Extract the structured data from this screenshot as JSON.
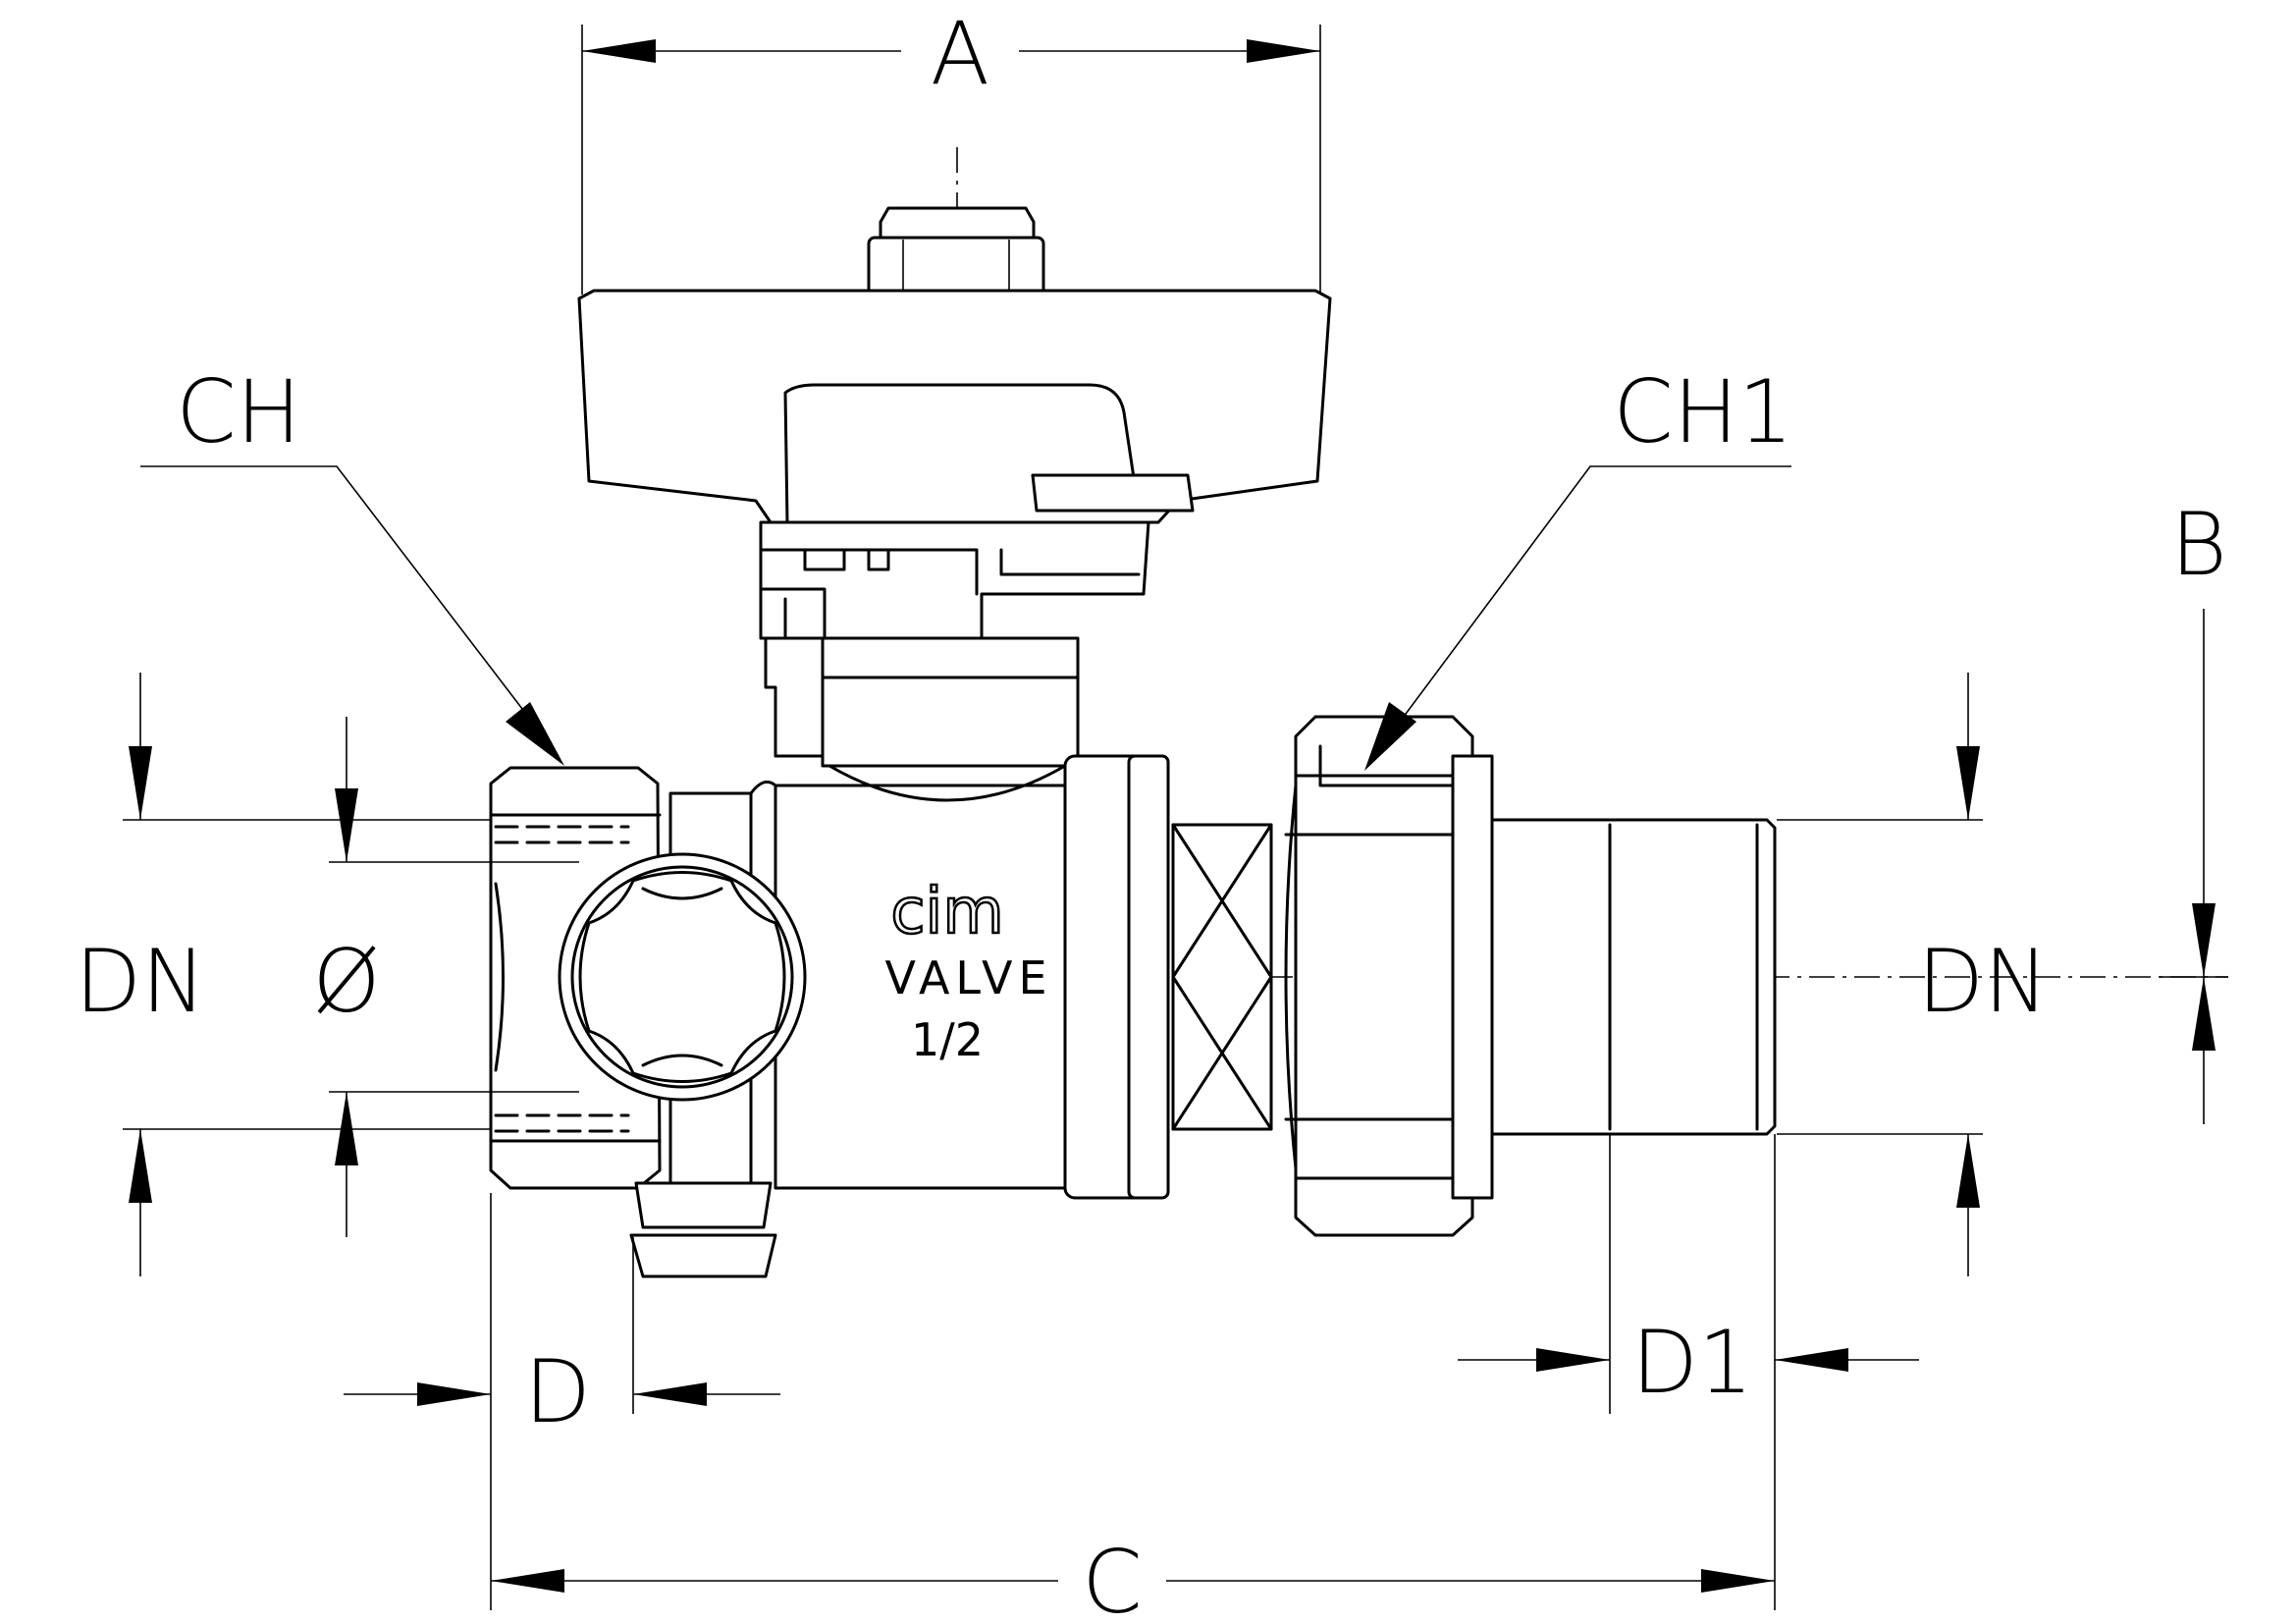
{
  "dimension_labels": {
    "a": "A",
    "b": "B",
    "c": "C",
    "d": "D",
    "d1": "D1",
    "ch": "CH",
    "ch1": "CH1",
    "dn_left": "DN",
    "dn_right": "DN",
    "diameter": "Ø"
  },
  "body_marking": {
    "logo": "cim",
    "line1": "VALVE",
    "line2": "1/2"
  }
}
